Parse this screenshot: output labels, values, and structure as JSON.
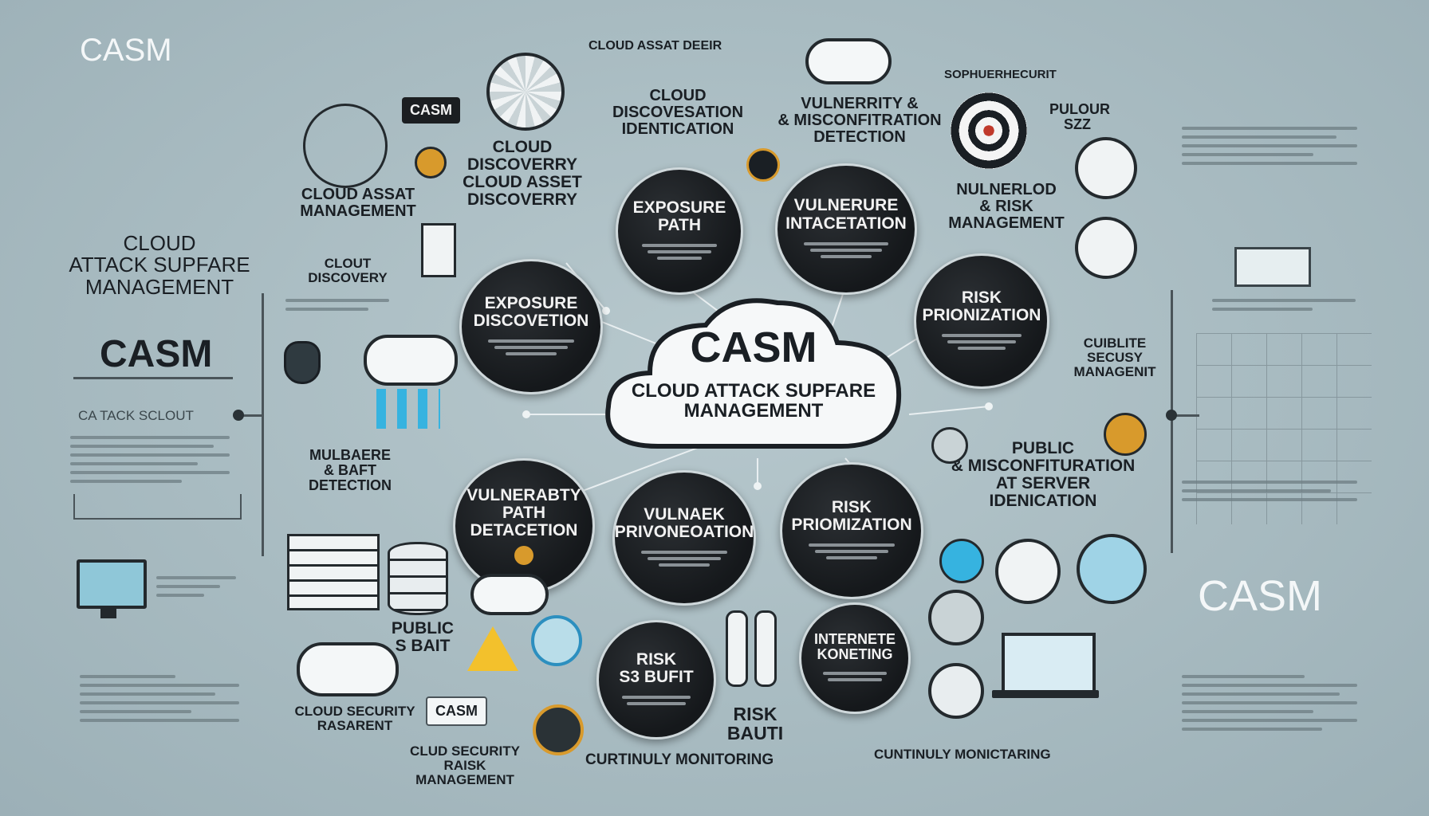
{
  "center": {
    "title": "CASM",
    "subtitle": "CLOUD ATTACK SUPFARE\nMANAGEMENT"
  },
  "nodes": [
    {
      "id": "exposure-path",
      "text": "EXPOSURE\nPATH"
    },
    {
      "id": "vulnerure-intacetation",
      "text": "VULNERURE\nINTACETATION"
    },
    {
      "id": "exposure-discovetion",
      "text": "EXPOSURE\nDISCOVETION"
    },
    {
      "id": "risk-prionization",
      "text": "RISK\nPRIONIZATION"
    },
    {
      "id": "vulnerabilty-path",
      "text": "VULNERABTY\nPATH\nDETACETION"
    },
    {
      "id": "vulnaek-privoneoation",
      "text": "VULNAEK\nPRIVONEOATION"
    },
    {
      "id": "risk-prioritization-2",
      "text": "RISK\nPRIOMIZATION"
    },
    {
      "id": "risk-s3-buft",
      "text": "RISK\nS3 BUFIT"
    },
    {
      "id": "internete-koneting",
      "text": "INTERNETE\nKONETING"
    }
  ],
  "labels": {
    "casm_top_left": "CASM",
    "cloud_asset_top": "CLOUD ASSAT DEEIR",
    "cloud_discovery_ident": "CLOUD\nDISCOVESATION\nIDENTICATION",
    "vuln_misconfig": "VULNERRITY &\n& MISCONFITRATION\nDETECTION",
    "sophisecurity": "SOPHUERHECURIT",
    "casm_badge": "CASM",
    "cloud_discovery_asset": "CLOUD\nDISCOVERRY\nCLOUD ASSET\nDISCOVERRY",
    "cloud_assat_management": "CLOUD ASSAT\nMANAGEMENT",
    "cloud_attack_surface": "CLOUD\nATTACK SUPFARE\nMANAGEMENT",
    "cloud_discovery_small": "CLOUT\nDISCOVERY",
    "casm_left_big": "CASM",
    "attack_scout": "CA TACK SCLOUT",
    "nulnerlod_risk": "NULNERLOD\n& RISK\nMANAGEMENT",
    "pulour_szz": "PULOUR\nSZZ",
    "cubelite_security": "CUIBLITE\nSECUSY\nMANAGENIT",
    "public_misconfig": "PUBLIC\n& MISCONFITURATION\nAT SERVER\nIDENICATION",
    "mulbaere_baft": "MULBAERE\n& BAFT\nDETECTION",
    "public_s3": "PUBLIC\nS BAIT",
    "cloud_security_rasarent": "CLOUD SECURITY\nRASARENT",
    "casm_bottom_badge": "CASM",
    "clud_security_raisk": "CLUD SECURITY\nRAISK MANAGEMENT",
    "risk_bauti": "RISK\nBAUTI",
    "curtinuly_monitoring_1": "CURTINULY MONITORING",
    "curtinuly_monitoring_2": "CUNTINULY MONICTARING",
    "casm_bottom_right": "CASM"
  }
}
